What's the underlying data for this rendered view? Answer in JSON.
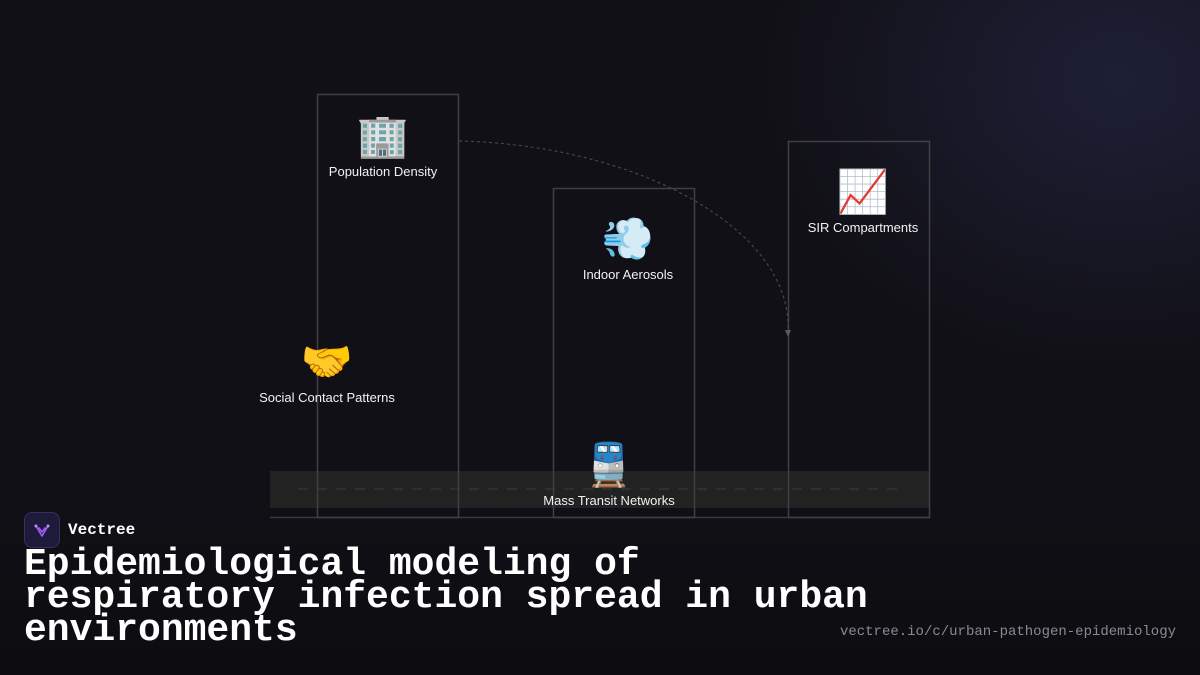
{
  "nodes": [
    {
      "id": "population-density",
      "icon": "office-building-icon",
      "emoji": "🏢",
      "label": "Population Density"
    },
    {
      "id": "indoor-aerosols",
      "icon": "dashing-away-icon",
      "emoji": "💨",
      "label": "Indoor Aerosols"
    },
    {
      "id": "sir-compartments",
      "icon": "chart-increasing-icon",
      "emoji": "📈",
      "label": "SIR Compartments"
    },
    {
      "id": "social-contact",
      "icon": "handshake-icon",
      "emoji": "🤝",
      "label": "Social Contact Patterns"
    },
    {
      "id": "mass-transit",
      "icon": "train-icon",
      "emoji": "🚆",
      "label": "Mass Transit Networks"
    }
  ],
  "brand": {
    "name": "Vectree",
    "logo_icon": "vectree-logo-icon"
  },
  "title": "Epidemiological modeling of respiratory infection spread in urban environments",
  "url": "vectree.io/c/urban-pathogen-epidemiology",
  "colors": {
    "background": "#111016",
    "lines": "#4a4a50",
    "accent": "#a05cf0"
  }
}
